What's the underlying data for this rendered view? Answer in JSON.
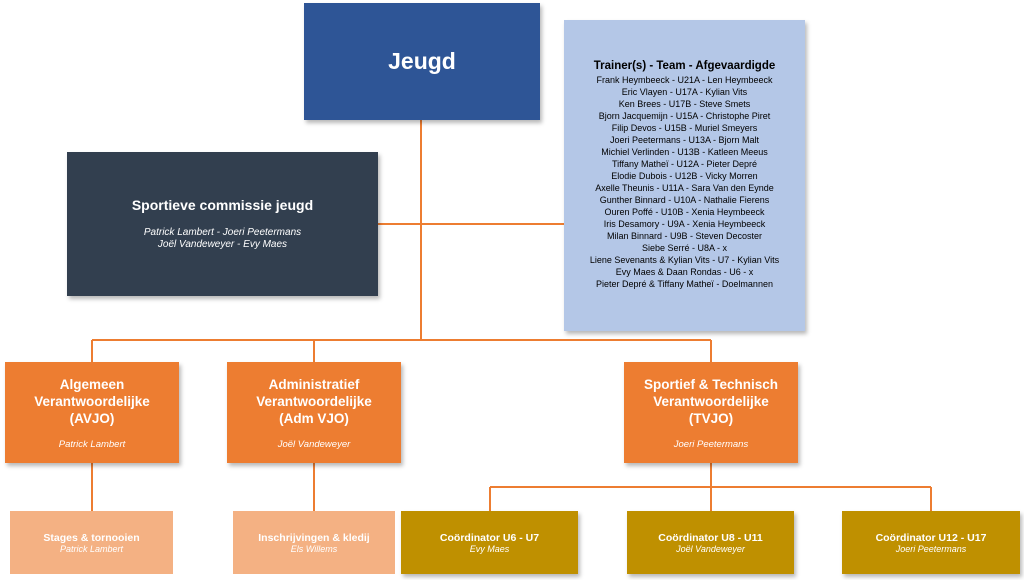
{
  "root": {
    "title": "Jeugd"
  },
  "commission": {
    "title": "Sportieve commissie jeugd",
    "members": [
      "Patrick Lambert - Joeri Peetermans",
      "Joël Vandeweyer - Evy Maes"
    ]
  },
  "trainers": {
    "title": "Trainer(s) - Team - Afgevaardigde",
    "lines": [
      "Frank Heymbeeck - U21A - Len Heymbeeck",
      "Eric Vlayen - U17A - Kylian Vits",
      "Ken Brees - U17B - Steve Smets",
      "Bjorn Jacquemijn - U15A - Christophe Piret",
      "Filip Devos - U15B - Muriel Smeyers",
      "Joeri Peetermans - U13A - Bjorn Malt",
      "Michiel Verlinden - U13B - Katleen Meeus",
      "Tiffany Matheï - U12A - Pieter Depré",
      "Elodie Dubois - U12B - Vicky Morren",
      "Axelle Theunis - U11A - Sara Van den Eynde",
      "Gunther Binnard - U10A - Nathalie Fierens",
      "Ouren Poffé - U10B - Xenia Heymbeeck",
      "Iris Desamory - U9A - Xenia Heymbeeck",
      "Milan Binnard - U9B - Steven Decoster",
      "Siebe Serré - U8A - x",
      "Liene Sevenants & Kylian Vits - U7 - Kylian Vits",
      "Evy Maes & Daan Rondas - U6 - x",
      "Pieter Depré & Tiffany Matheï - Doelmannen"
    ]
  },
  "avjo": {
    "title_lines": [
      "Algemeen",
      "Verantwoordelijke",
      "(AVJO)"
    ],
    "person": "Patrick Lambert"
  },
  "admvjo": {
    "title_lines": [
      "Administratief",
      "Verantwoordelijke",
      "(Adm VJO)"
    ],
    "person": "Joël Vandeweyer"
  },
  "tvjo": {
    "title_lines": [
      "Sportief & Technisch",
      "Verantwoordelijke",
      "(TVJO)"
    ],
    "person": "Joeri Peetermans"
  },
  "stages": {
    "title": "Stages & tornooien",
    "person": "Patrick Lambert"
  },
  "inschrijvingen": {
    "title": "Inschrijvingen & kledij",
    "person": "Els Willems"
  },
  "coordinators": [
    {
      "title": "Coördinator U6 - U7",
      "person": "Evy Maes"
    },
    {
      "title": "Coördinator U8 - U11",
      "person": "Joël Vandeweyer"
    },
    {
      "title": "Coördinator U12 - U17",
      "person": "Joeri Peetermans"
    }
  ],
  "colors": {
    "root": "#2e5596",
    "commission": "#323f4f",
    "trainers": "#b4c7e7",
    "manager": "#ed7d31",
    "sub": "#f4b183",
    "coordinator": "#bf9000",
    "connector": "#ed7d31"
  }
}
